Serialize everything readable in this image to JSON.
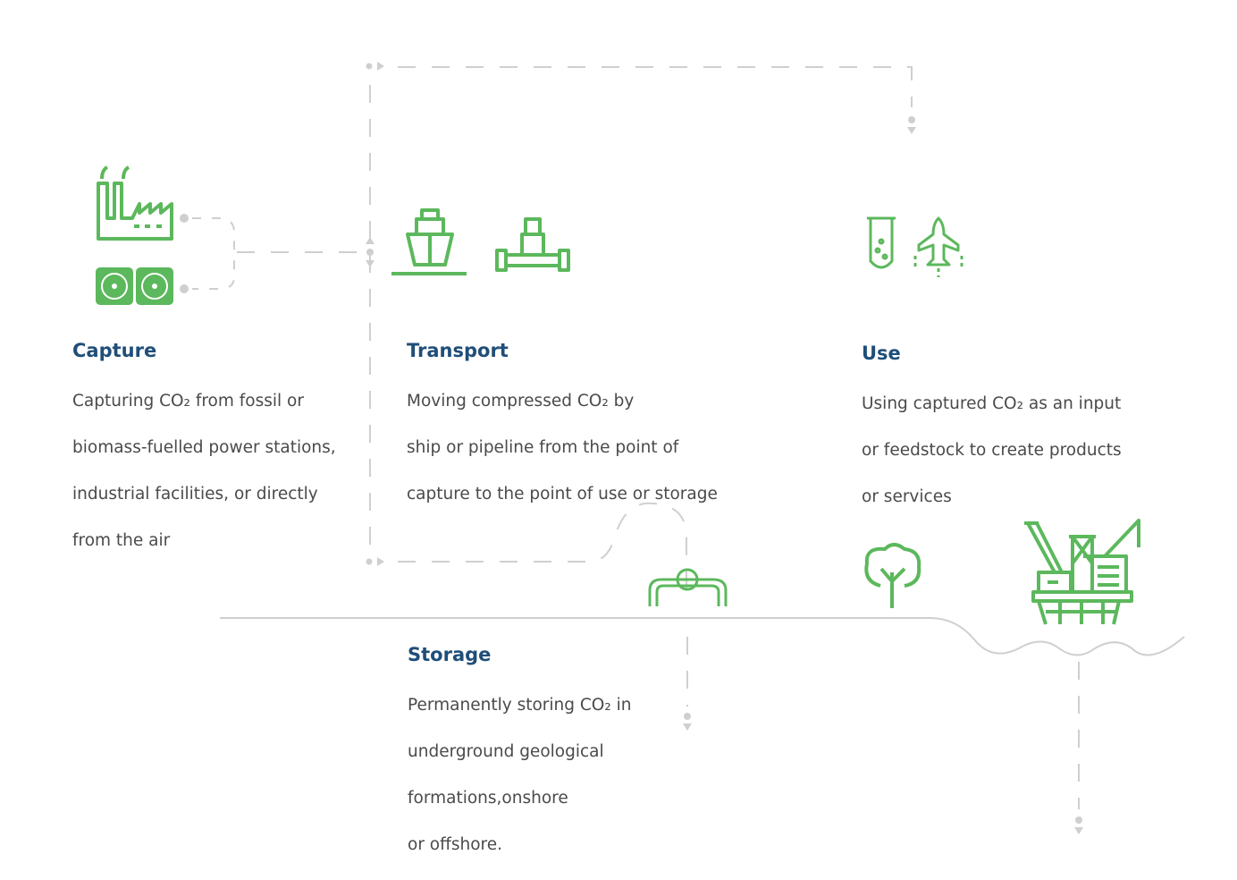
{
  "colors": {
    "icon_green": "#5cb85c",
    "heading_blue": "#1f4e79",
    "line_gray": "#cfcfcf"
  },
  "capture": {
    "title": "Capture",
    "lines": [
      "Capturing CO₂ from fossil or",
      "biomass-fuelled power stations,",
      "industrial facilities, or directly",
      "from the air"
    ],
    "icons": [
      "factory-icon",
      "fan-icon",
      "fan-icon"
    ]
  },
  "transport": {
    "title": "Transport",
    "lines": [
      "Moving compressed CO₂ by",
      "ship or pipeline from the point of",
      "capture to the point of use or storage"
    ],
    "icons": [
      "ship-icon",
      "pipeline-icon"
    ]
  },
  "use": {
    "title": "Use",
    "lines": [
      "Using captured CO₂ as an input",
      "or feedstock to create products",
      "or services"
    ],
    "icons": [
      "test-tube-icon",
      "airplane-icon"
    ]
  },
  "storage": {
    "title": "Storage",
    "lines": [
      "Permanently storing CO₂ in",
      "underground geological",
      "formations,onshore",
      "or offshore."
    ],
    "icons": [
      "pipe-valve-icon",
      "tree-icon",
      "oil-rig-icon"
    ]
  }
}
